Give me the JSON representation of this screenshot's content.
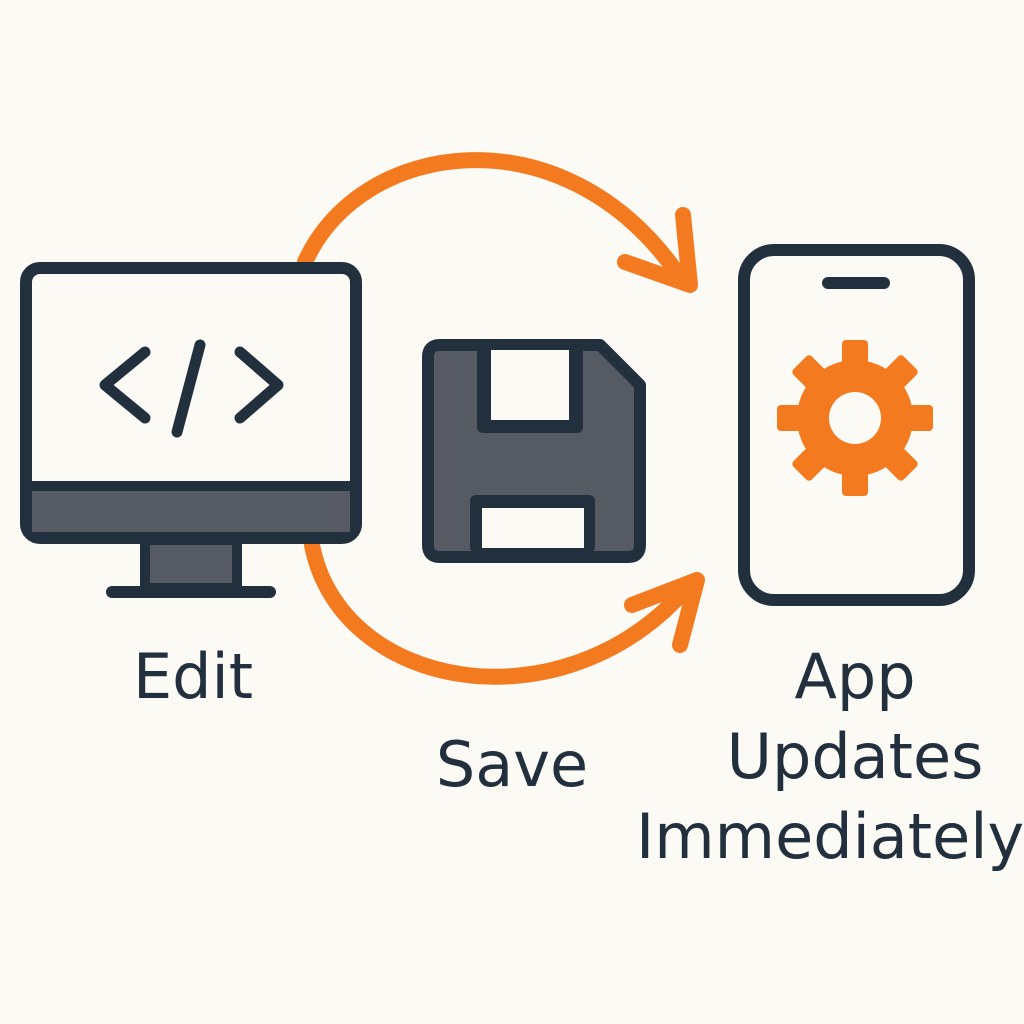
{
  "steps": {
    "edit": {
      "label": "Edit",
      "icon": "monitor-code-icon"
    },
    "save": {
      "label": "Save",
      "icon": "floppy-disk-icon"
    },
    "update": {
      "label_lines": [
        "App",
        "Updates",
        "Immediately"
      ],
      "icon": "phone-gear-icon"
    }
  },
  "code_glyph": "</>",
  "colors": {
    "background": "#fcfaf5",
    "dark": "#22303e",
    "accent": "#f47a20",
    "gray": "#565a63"
  }
}
